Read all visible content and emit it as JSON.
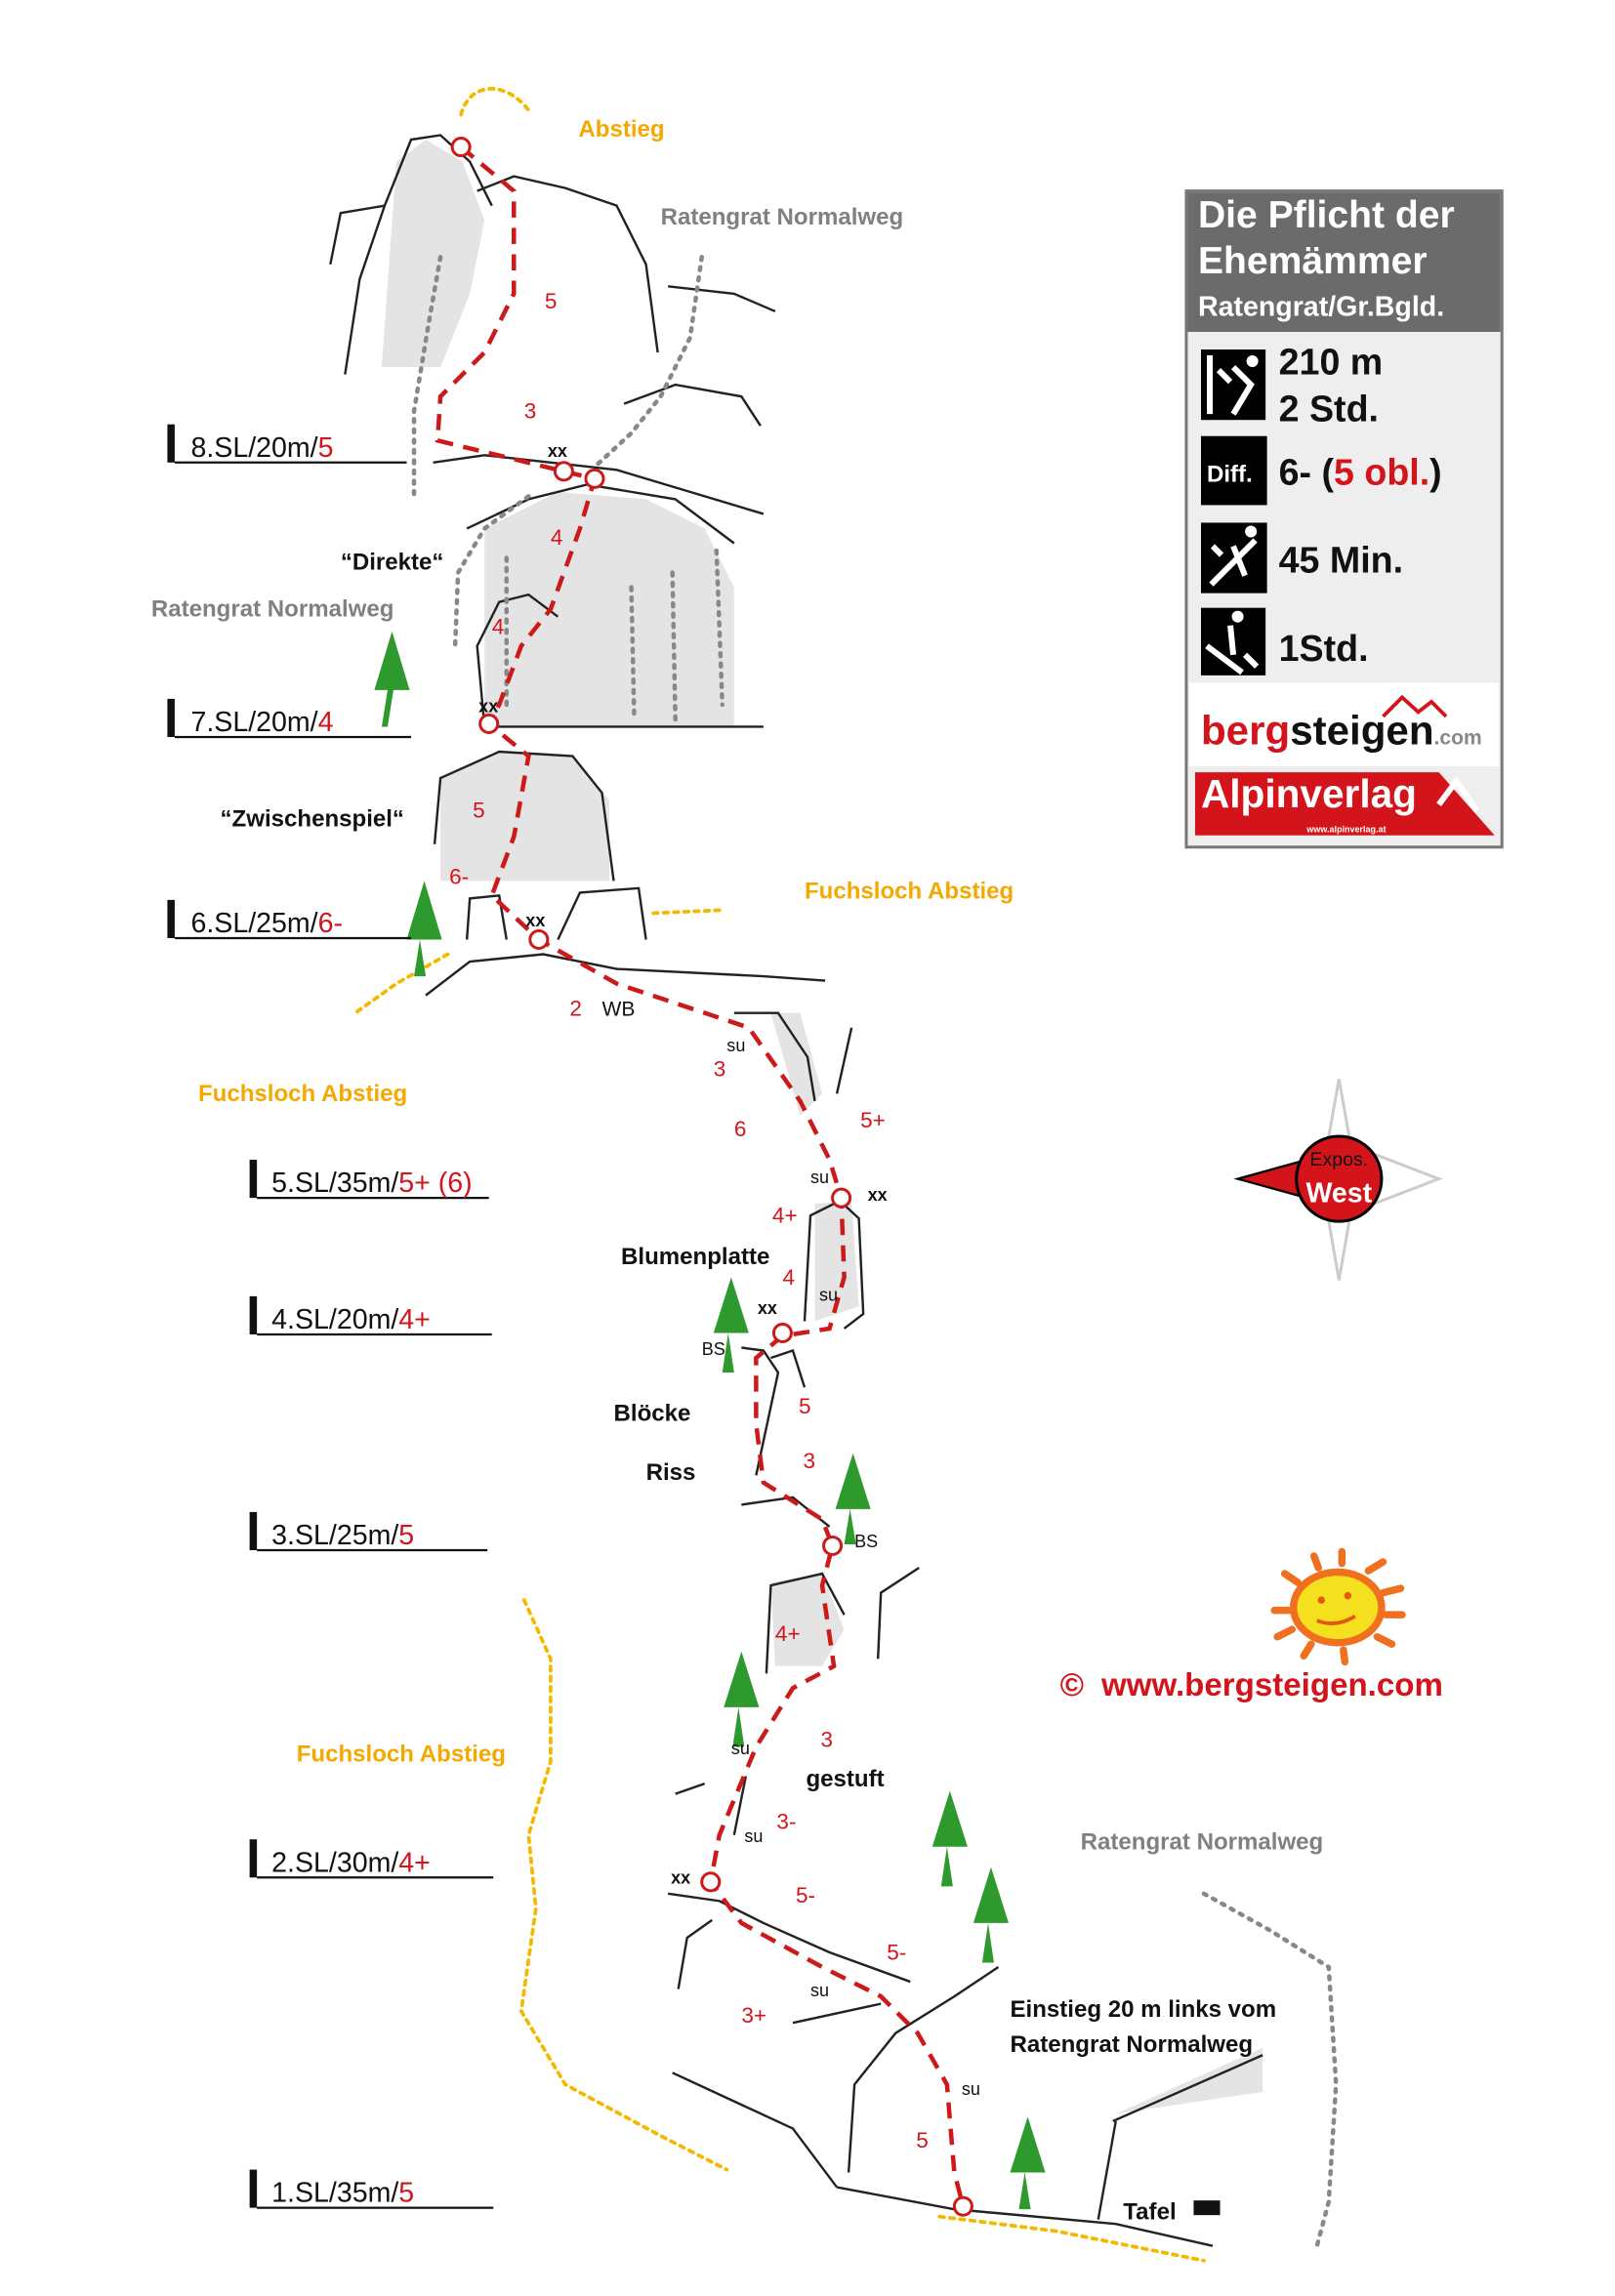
{
  "info": {
    "title_line1": "Die Pflicht der",
    "title_line2": "Ehemämmer",
    "subtitle": "Ratengrat/Gr.Bgld.",
    "length": "210 m",
    "duration": "2 Std.",
    "diff_badge": "Diff.",
    "difficulty_prefix": "6- (",
    "difficulty_obl": "5 obl.",
    "difficulty_suffix": ")",
    "approach": "45 Min.",
    "descent": "1Std.",
    "logo_berg": "berg",
    "logo_steigen": "steigen",
    "logo_com": ".com",
    "alpinverlag": "Alpinverlag",
    "alpinverlag_url": "www.alpinverlag.at"
  },
  "colors": {
    "red": "#d3141b",
    "orange": "#f5a800",
    "gray_header": "#6b6b6b"
  },
  "pitches": [
    {
      "prefix": "8.SL/20m/",
      "grade": "5"
    },
    {
      "prefix": "7.SL/20m/",
      "grade": "4"
    },
    {
      "prefix": "6.SL/25m/",
      "grade": "6-"
    },
    {
      "prefix": "5.SL/35m/",
      "grade": "5+ (6)"
    },
    {
      "prefix": "4.SL/20m/",
      "grade": "4+"
    },
    {
      "prefix": "3.SL/25m/",
      "grade": "5"
    },
    {
      "prefix": "2.SL/30m/",
      "grade": "4+"
    },
    {
      "prefix": "1.SL/35m/",
      "grade": "5"
    }
  ],
  "labels": {
    "abstieg": "Abstieg",
    "normalweg": "Ratengrat Normalweg",
    "direkte": "“Direkte“",
    "zwischenspiel": "“Zwischenspiel“",
    "fuchsloch": "Fuchsloch Abstieg",
    "blumenplatte": "Blumenplatte",
    "bloecke": "Blöcke",
    "riss": "Riss",
    "gestuft": "gestuft",
    "einstieg1": "Einstieg 20 m links vom",
    "einstieg2": "Ratengrat Normalweg",
    "tafel": "Tafel",
    "wb": "WB",
    "bs": "BS",
    "su": "su",
    "xx": "xx"
  },
  "grades": [
    "5",
    "3",
    "4",
    "4",
    "5",
    "6-",
    "2",
    "3",
    "6",
    "5+",
    "4+",
    "4",
    "5",
    "3",
    "4+",
    "3",
    "3-",
    "5-",
    "5-",
    "3+",
    "5"
  ],
  "compass": {
    "expos": "Expos.",
    "direction": "West"
  },
  "copyright": {
    "symbol": "©",
    "url": "www.bergsteigen.com"
  }
}
